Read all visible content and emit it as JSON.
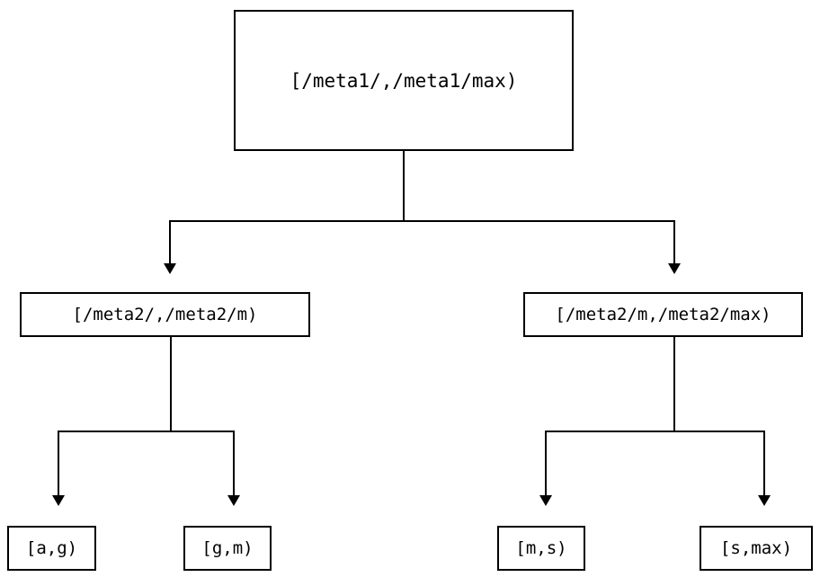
{
  "diagram": {
    "type": "interval-partition-tree",
    "background_color": "#ffffff",
    "line_color": "#000000",
    "text_color": "#000000",
    "root": {
      "label": "[/meta1/,/meta1/max)"
    },
    "level2": [
      {
        "label": "[/meta2/,/meta2/m)"
      },
      {
        "label": "[/meta2/m,/meta2/max)"
      }
    ],
    "leaves": [
      {
        "label": "[a,g)"
      },
      {
        "label": "[g,m)"
      },
      {
        "label": "[m,s)"
      },
      {
        "label": "[s,max)"
      }
    ]
  }
}
